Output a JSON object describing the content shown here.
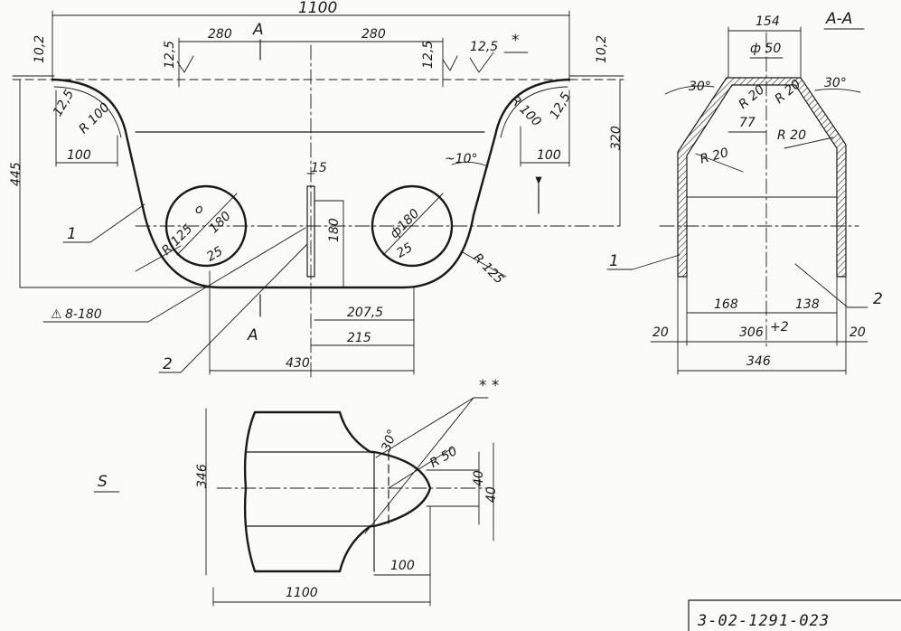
{
  "drawing_number": "3-02-1291-023",
  "main_view": {
    "overall_width": "1100",
    "half_span_left": "280",
    "half_span_right": "280",
    "section_mark_top": "A",
    "section_mark_bottom": "A",
    "roughness_left": "12,5",
    "roughness_right": "12,5",
    "roughness_far_right": "12,5",
    "star_note": "*",
    "offset_left": "10,2",
    "offset_right": "10,2",
    "height_overall": "445",
    "height_right": "320",
    "radius_left": "R 100",
    "radius_right": "R 100",
    "corner_left": "12,5",
    "corner_right": "12,5",
    "flange_left": "100",
    "flange_right": "100",
    "angle_note": "~10°",
    "gap_width": "15",
    "hole_left_label": "180",
    "hole_left_radius": "R 125",
    "hole_left_inner": "25",
    "hole_left_circle": "o",
    "hole_right_label": "ф180",
    "hole_right_inner": "25",
    "hole_right_radius": "R 125",
    "rect_height": "180",
    "dim_207": "207,5",
    "dim_215": "215",
    "dim_430": "430",
    "weld_note": "8-180",
    "part_1": "1",
    "part_2": "2"
  },
  "section_view": {
    "title": "A-A",
    "top_width": "154",
    "hole_dia": "ф 50",
    "angle_left": "30°",
    "angle_right": "30°",
    "r20_a": "R 20",
    "r20_b": "R 20",
    "r20_c": "R 20",
    "r20_d": "R 20",
    "dim_77": "77",
    "dim_168": "168",
    "dim_138": "138",
    "dim_306": "306",
    "dim_306_tol": "+2",
    "dim_20_left": "20",
    "dim_20_right": "20",
    "dim_346": "346",
    "part_1": "1",
    "part_2": "2"
  },
  "development_view": {
    "label": "S",
    "star_note": "* *",
    "angle": "30°",
    "radius": "R 50",
    "height": "346",
    "dim_40a": "40",
    "dim_40b": "40",
    "dim_100": "100",
    "width": "1100"
  }
}
